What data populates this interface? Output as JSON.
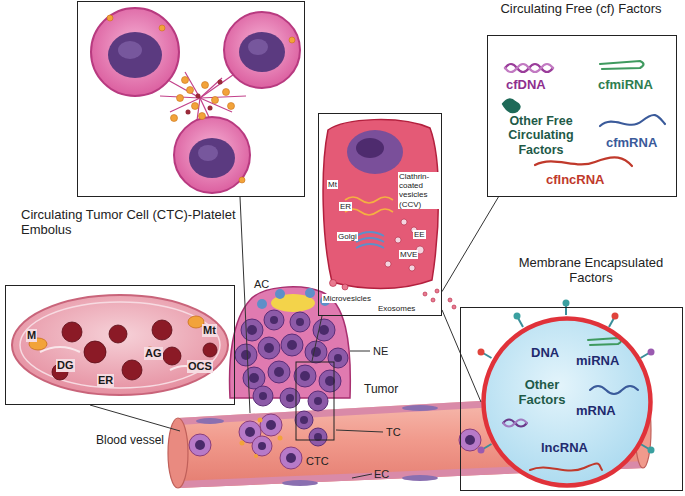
{
  "diagram": {
    "nodes": [
      {
        "text": [
          "Circulating Tumor Cell (CTC)-Platelet Embolus"
        ]
      },
      {
        "text": [
          "Circulating Free (cf) Factors",
          "cfDNA",
          "cfmiRNA",
          "Other Free Circulating Factors",
          "cfmRNA",
          "cflncRNA"
        ]
      },
      {
        "text": [
          "Mt",
          "ER",
          "Golgi",
          "Clathrin-coated vesicles (CCV)",
          "EE",
          "MVE",
          "Microvesicles",
          "Exosomes"
        ]
      },
      {
        "text": [
          "M",
          "Mt",
          "DG",
          "AG",
          "ER",
          "OCS"
        ]
      },
      {
        "text": [
          "Membrane Encapsulated Factors"
        ]
      },
      {
        "text": [
          "DNA",
          "miRNA",
          "Other Factors",
          "mRNA",
          "lncRNA"
        ],
        "in": 4
      }
    ],
    "edges": [
      {
        "from": 2,
        "to": 1,
        "arrow": "none"
      },
      {
        "from": 2,
        "to": 5,
        "arrow": "none"
      }
    ],
    "labels": [
      "AC",
      "NE",
      "Tumor",
      "TC",
      "CTC",
      "EC",
      "Blood vessel"
    ]
  }
}
